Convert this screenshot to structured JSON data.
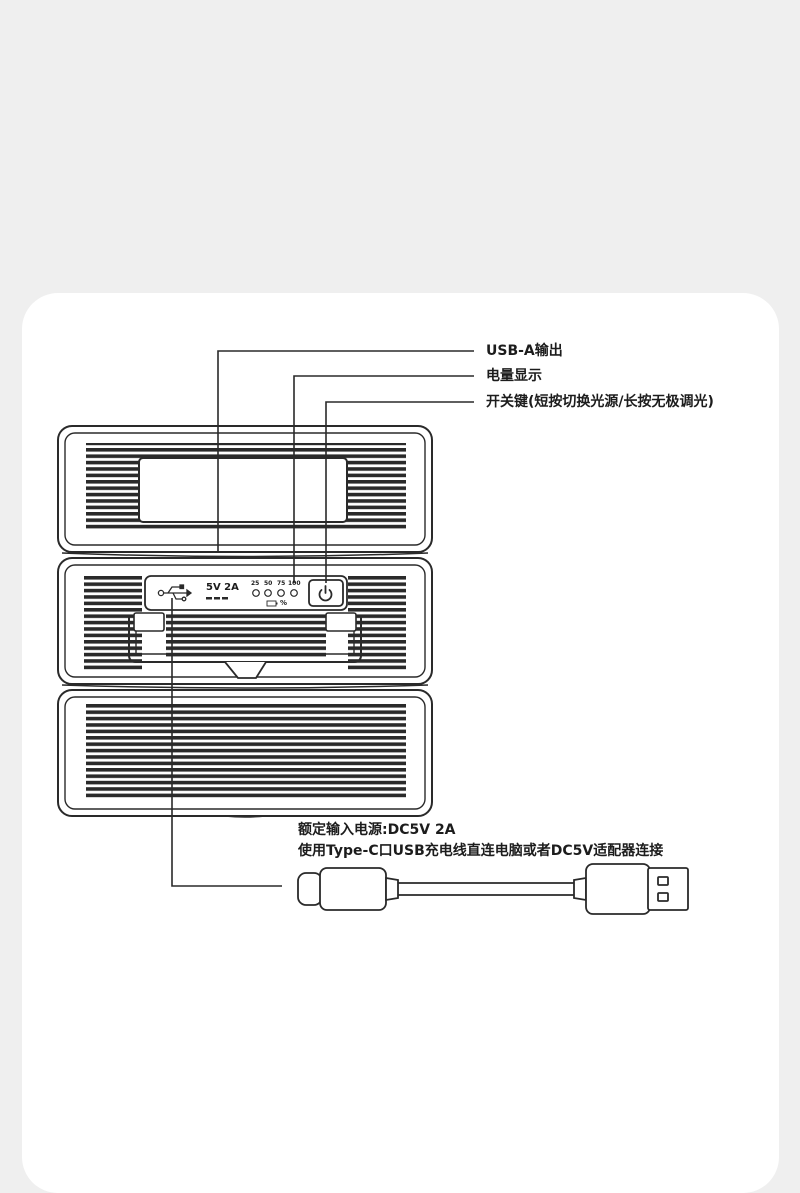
{
  "callouts": {
    "usb_a": "USB-A输出",
    "battery": "电量显示",
    "power": "开关键(短按切换光源/长按无极调光)"
  },
  "input_note": {
    "line1": "额定输入电源:DC5V 2A",
    "line2": "使用Type-C口USB充电线直连电脑或者DC5V适配器连接"
  },
  "panel": {
    "output_rating": "5V 2A",
    "levels": [
      "25",
      "50",
      "75",
      "100"
    ],
    "percent_sign": "%"
  },
  "colors": {
    "line": "#2a2a2a",
    "card": "#ffffff",
    "bg": "#efefef"
  }
}
